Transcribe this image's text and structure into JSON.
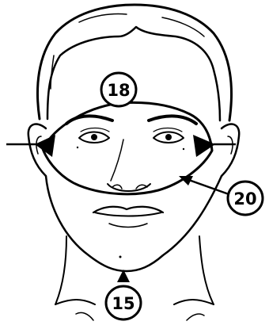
{
  "callouts": {
    "top": "18",
    "right": "20",
    "bottom": "15"
  },
  "colors": {
    "ink": "#000000",
    "paper": "#ffffff"
  }
}
